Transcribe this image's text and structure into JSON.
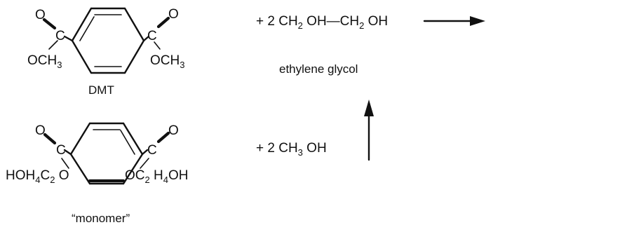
{
  "dmt": {
    "o_left": "O",
    "o_right": "O",
    "c_left": "C",
    "c_right": "C",
    "och3_left_base": "OCH",
    "och3_left_sub": "3",
    "och3_right_base": "OCH",
    "och3_right_sub": "3",
    "name": "DMT"
  },
  "glycol": {
    "prefix": "+ 2 CH",
    "sub1": "2",
    "mid": " OH—CH",
    "sub2": "2",
    "suffix": " OH",
    "name": "ethylene glycol"
  },
  "monomer": {
    "o_left": "O",
    "o_right": "O",
    "c_left": "C",
    "c_right": "C",
    "left_group_a": "HOH",
    "left_group_sub1": "4",
    "left_group_b": "C",
    "left_group_sub2": "2",
    "left_group_c": " O",
    "right_group_a": "OC",
    "right_group_sub1": "2",
    "right_group_b": " H",
    "right_group_sub2": "4",
    "right_group_c": "OH",
    "name": "“monomer”"
  },
  "methanol": {
    "prefix": "+ 2 CH",
    "sub": "3",
    "suffix": " OH"
  }
}
